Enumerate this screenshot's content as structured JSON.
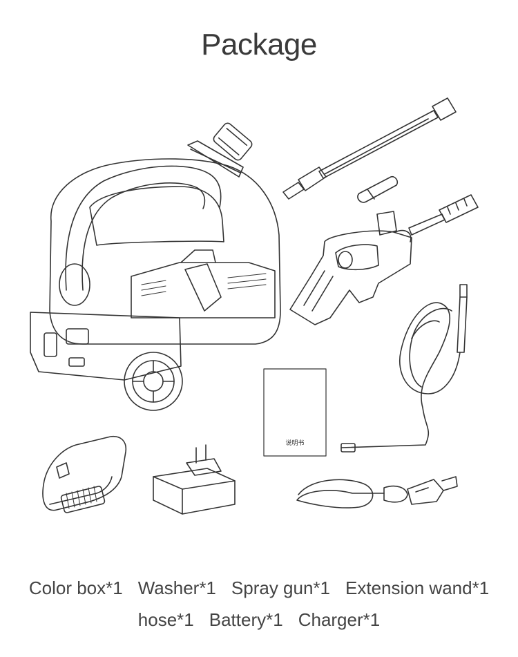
{
  "title": "Package",
  "manual_label": "说明书",
  "contents": {
    "row1": [
      "Color box*1",
      "Washer*1",
      "Spray gun*1",
      "Extension wand*1"
    ],
    "row2": [
      "hose*1",
      "Battery*1",
      "Charger*1"
    ]
  },
  "colors": {
    "line": "#333333",
    "text": "#444444"
  }
}
